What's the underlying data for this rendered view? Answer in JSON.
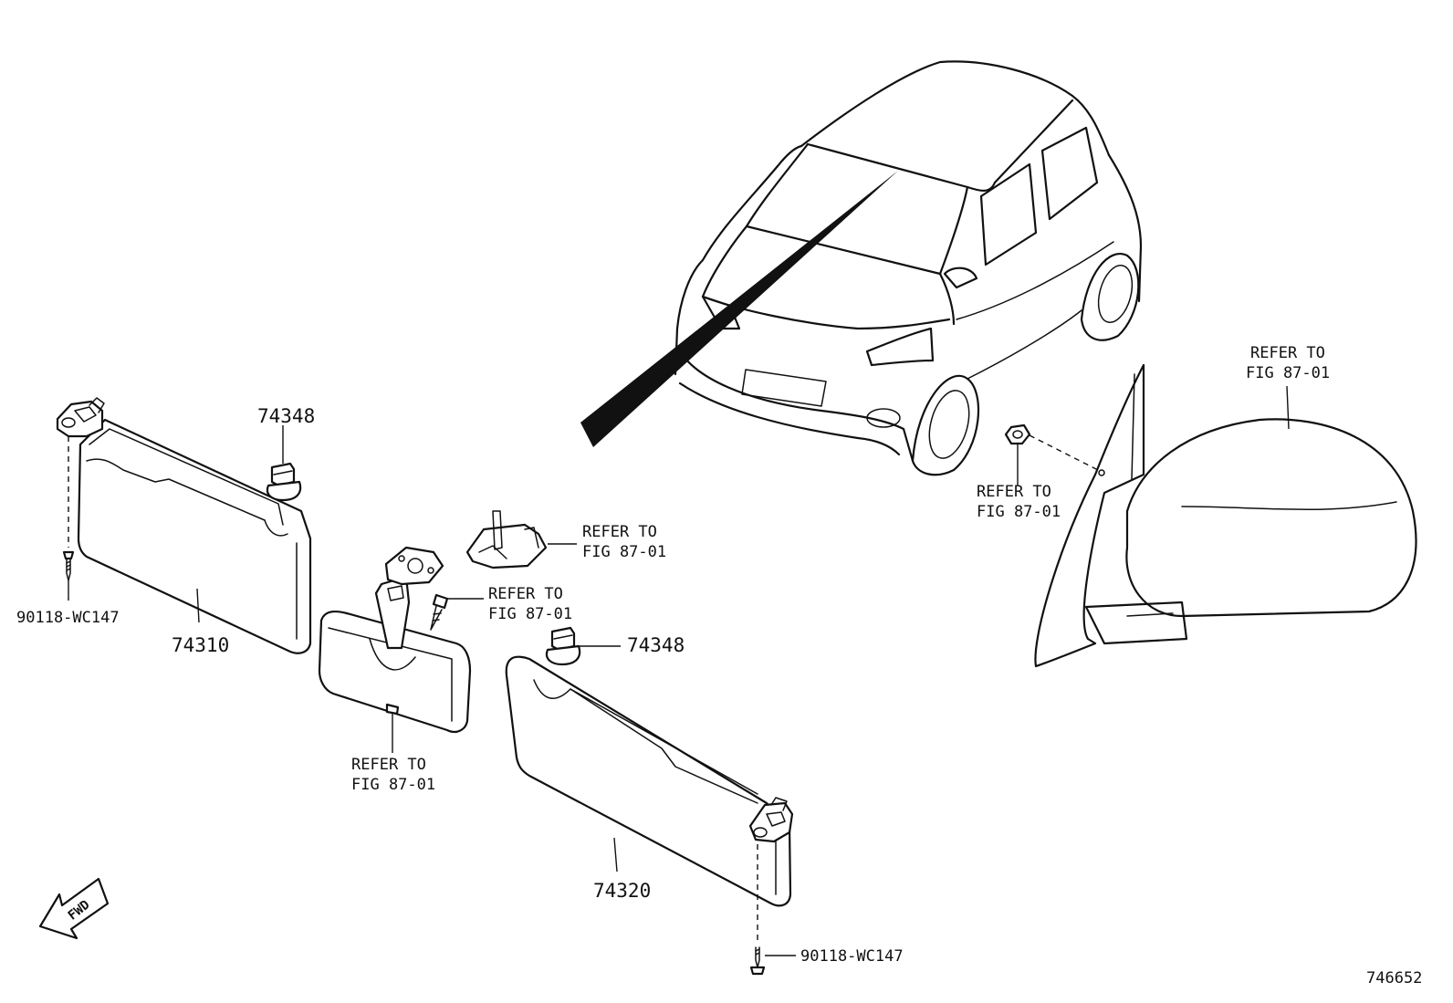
{
  "labels": {
    "refer_car_mirror": [
      "REFER TO",
      "FIG 87-01"
    ],
    "refer_mirror_nut": [
      "REFER TO",
      "FIG 87-01"
    ],
    "refer_cover": [
      "REFER TO",
      "FIG 87-01"
    ],
    "refer_screw": [
      "REFER TO",
      "FIG 87-01"
    ],
    "refer_inner_mirror": [
      "REFER TO",
      "FIG 87-01"
    ],
    "part_74348_left": "74348",
    "part_74348_right": "74348",
    "part_74310": "74310",
    "part_74320": "74320",
    "screw_left": "90118-WC147",
    "screw_right": "90118-WC147",
    "fwd": "FWD",
    "figure_id": "746652"
  },
  "icons": {
    "fwd_arrow": "fwd-arrow-icon"
  }
}
